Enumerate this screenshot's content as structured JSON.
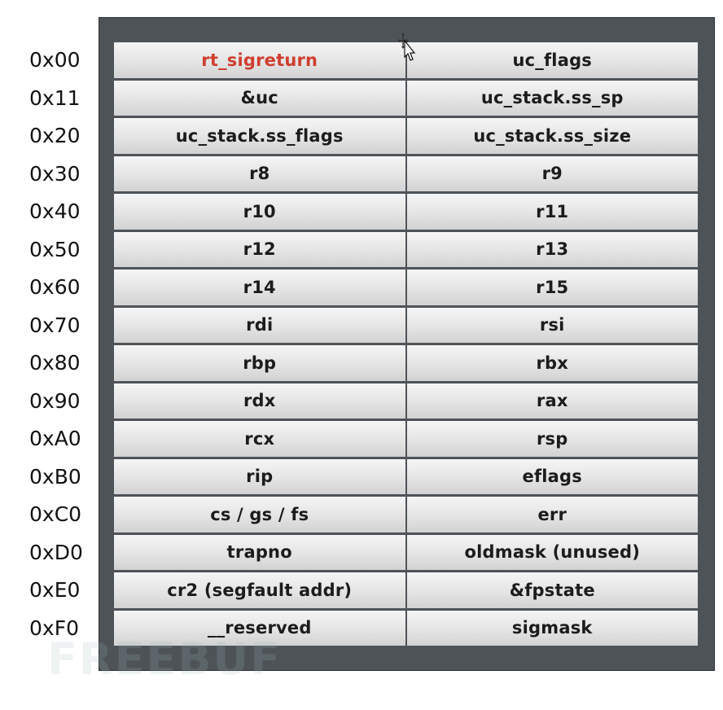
{
  "rows": [
    {
      "offset": "0x00",
      "left": "rt_sigreturn",
      "right": "uc_flags"
    },
    {
      "offset": "0x11",
      "left": "&uc",
      "right": "uc_stack.ss_sp"
    },
    {
      "offset": "0x20",
      "left": "uc_stack.ss_flags",
      "right": "uc_stack.ss_size"
    },
    {
      "offset": "0x30",
      "left": "r8",
      "right": "r9"
    },
    {
      "offset": "0x40",
      "left": "r10",
      "right": "r11"
    },
    {
      "offset": "0x50",
      "left": "r12",
      "right": "r13"
    },
    {
      "offset": "0x60",
      "left": "r14",
      "right": "r15"
    },
    {
      "offset": "0x70",
      "left": "rdi",
      "right": "rsi"
    },
    {
      "offset": "0x80",
      "left": "rbp",
      "right": "rbx"
    },
    {
      "offset": "0x90",
      "left": "rdx",
      "right": "rax"
    },
    {
      "offset": "0xA0",
      "left": "rcx",
      "right": "rsp"
    },
    {
      "offset": "0xB0",
      "left": "rip",
      "right": "eflags"
    },
    {
      "offset": "0xC0",
      "left": "cs / gs / fs",
      "right": "err"
    },
    {
      "offset": "0xD0",
      "left": "trapno",
      "right": "oldmask (unused)"
    },
    {
      "offset": "0xE0",
      "left": "cr2 (segfault addr)",
      "right": "&fpstate"
    },
    {
      "offset": "0xF0",
      "left": "__reserved",
      "right": "sigmask"
    }
  ],
  "highlight_color": "#cf3e2f",
  "highlighted_cell": "rt_sigreturn",
  "cursor_icon": "arrow-cursor-with-move-icon",
  "watermark_text": "FREEBUF"
}
